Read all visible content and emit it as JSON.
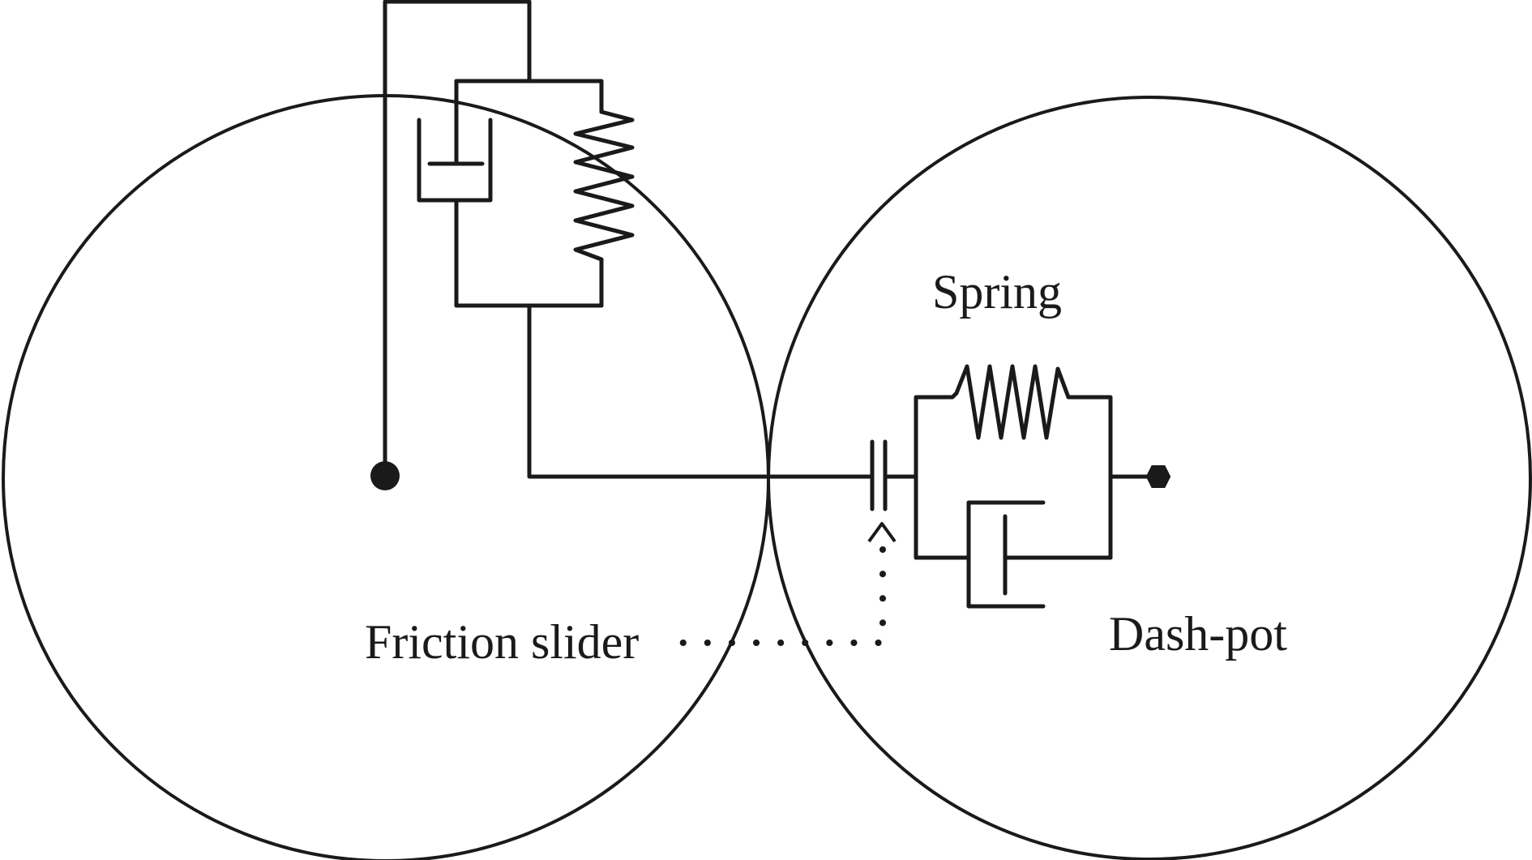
{
  "figure": {
    "type": "particle contact model schematic",
    "labels": {
      "spring": "Spring",
      "dash_pot": "Dash-pot",
      "friction_slider": "Friction slider"
    },
    "particles": [
      {
        "name": "left-particle"
      },
      {
        "name": "right-particle"
      }
    ],
    "components": [
      "normal spring",
      "normal dash-pot",
      "tangential spring",
      "tangential dash-pot",
      "friction slider"
    ],
    "colors": {
      "line": "#1a1a1a",
      "background": "#ffffff"
    }
  }
}
